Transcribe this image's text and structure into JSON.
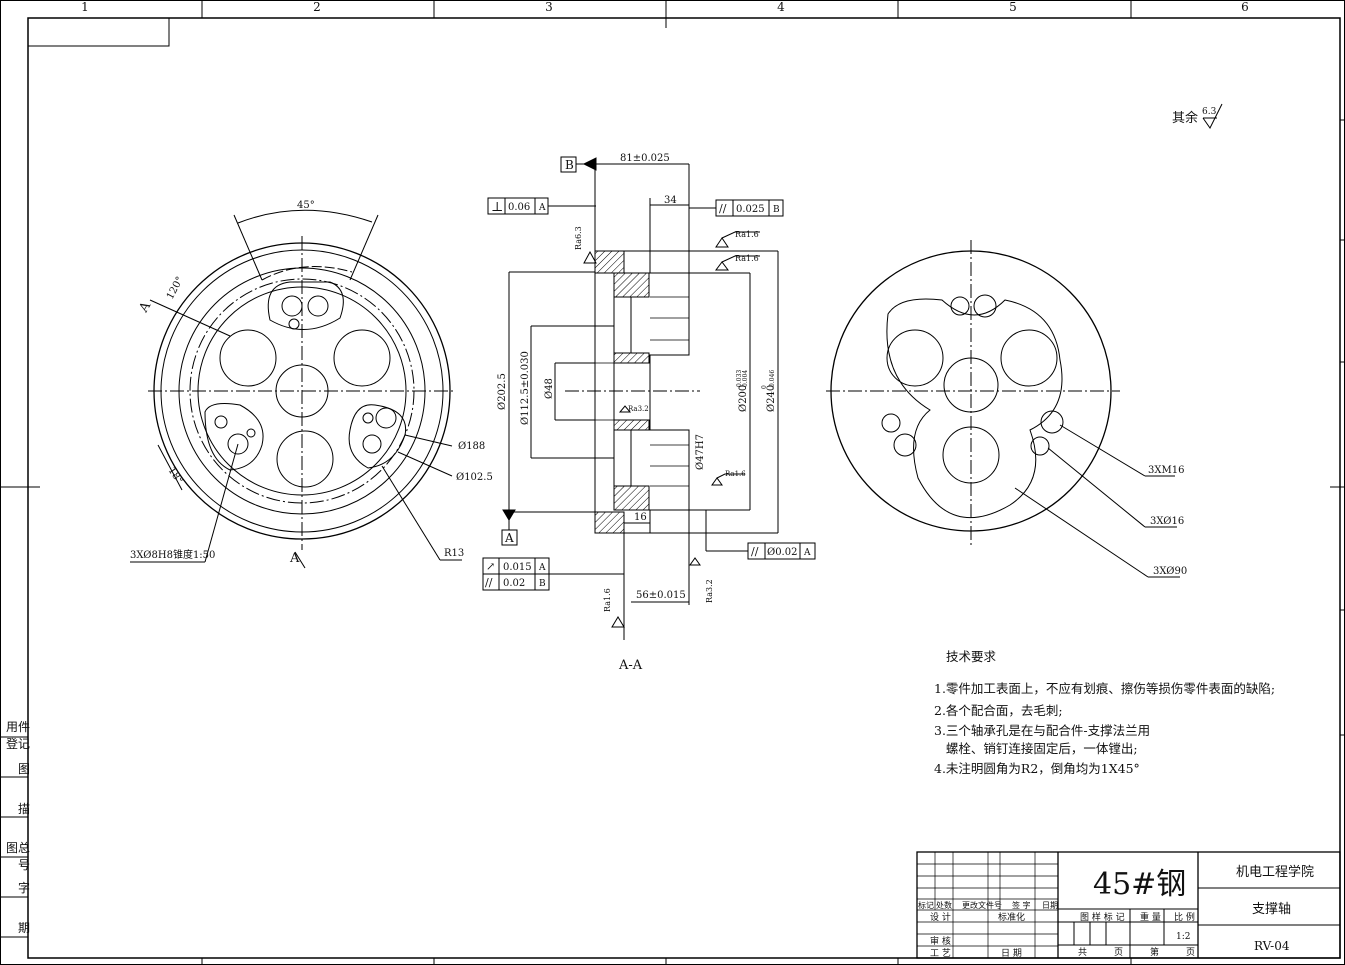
{
  "frame": {
    "column_zones": [
      "1",
      "2",
      "3",
      "4",
      "5",
      "6"
    ]
  },
  "surface_finish_other": {
    "prefix": "其余",
    "value": "6.3"
  },
  "left_view": {
    "angle_45": "45°",
    "angle_120": "120°",
    "angle_18": "18°",
    "section_marker_top": "A",
    "section_marker_bottom": "A",
    "dim_188": "Ø188",
    "dim_102_5": "Ø102.5",
    "dim_r13": "R13",
    "dim_pin_holes": "3XØ8H8锥度1:50"
  },
  "section_view": {
    "title": "A-A",
    "datum_b": "B",
    "datum_a": "A",
    "dim_81": "81±0.025",
    "dim_34": "34",
    "dim_16": "16",
    "dim_56": "56±0.015",
    "dim_202_5": "Ø202.5",
    "dim_112_5": "Ø112.5±0.030",
    "dim_48": "Ø48",
    "dim_47h7": "Ø47H7",
    "dim_200": "Ø200",
    "dim_200_tol_upper": "-0.033",
    "dim_200_tol_lower": "-0.004",
    "dim_240": "Ø240",
    "dim_240_tol_upper": "0",
    "dim_240_tol_lower": "-0.046",
    "ra_63": "Ra6.3",
    "ra_16_a": "Ra1.6",
    "ra_16_b": "Ra1.6",
    "ra_32_inner": "Ra3.2",
    "ra_16_inner": "Ra1.6",
    "ra_16_bottom": "Ra1.6",
    "ra_32_bottom": "Ra3.2",
    "fcf_perp": {
      "symbol": "⊥",
      "value": "0.06",
      "datum": "A"
    },
    "fcf_parallel_top": {
      "symbol": "//",
      "value": "0.025",
      "datum": "B"
    },
    "fcf_parallel_right": {
      "symbol": "//",
      "value": "Ø0.02",
      "datum": "A"
    },
    "fcf_runout": {
      "symbol": "↗",
      "value": "0.015",
      "datum": "A"
    },
    "fcf_parallel_bottom": {
      "symbol": "//",
      "value": "0.02",
      "datum": "B"
    }
  },
  "right_view": {
    "label_m16": "3XM16",
    "label_16": "3XØ16",
    "label_90": "3XØ90"
  },
  "tech_requirements": {
    "title": "技术要求",
    "lines": [
      "1.零件加工表面上，不应有划痕、擦伤等损伤零件表面的缺陷;",
      "2.各个配合面，去毛刺;",
      "3.三个轴承孔是在与配合件-支撑法兰用",
      "   螺栓、销钉连接固定后，一体镗出;",
      "4.未注明圆角为R2，倒角均为1X45°"
    ]
  },
  "side_strip": [
    "用件登记",
    "图",
    "描",
    "图总号",
    "字",
    "期"
  ],
  "title_block": {
    "material": "45#钢",
    "school": "机电工程学院",
    "part_name": "支撑轴",
    "drawing_no": "RV-04",
    "scale_label": "比 例",
    "scale": "1:2",
    "weight_label": "重 量",
    "stage_label": "图 样 标 记",
    "rev_headers": [
      "标记",
      "处数",
      "更改文件号",
      "签 字",
      "日期"
    ],
    "design": "设 计",
    "standard": "标准化",
    "review": "审 核",
    "process": "工 艺",
    "date": "日 期",
    "total": "共",
    "page": "页",
    "sheet": "第",
    "sheet_page": "页"
  }
}
